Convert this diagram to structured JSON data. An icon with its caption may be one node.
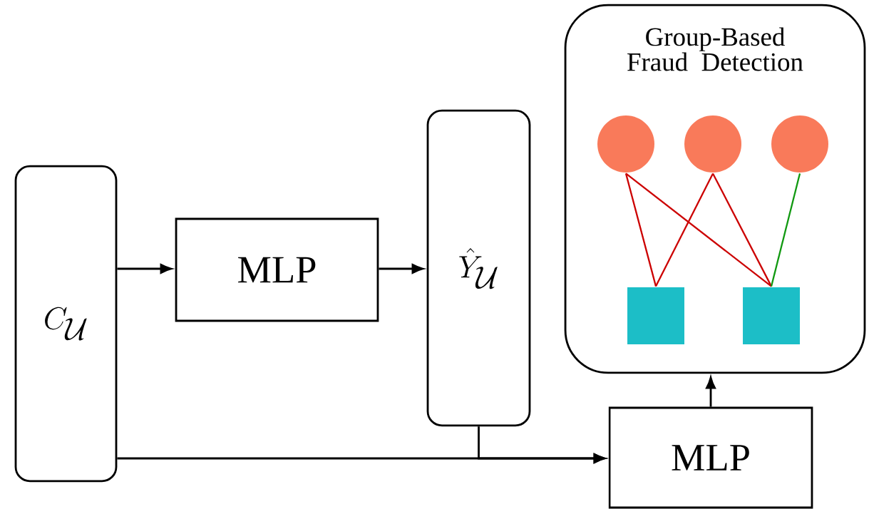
{
  "diagram": {
    "nodes": [
      {
        "text": [
          "C_{\\mathcal{U}}"
        ]
      },
      {
        "text": [
          "MLP"
        ]
      },
      {
        "text": [
          "\\hat{Y}_{\\mathcal{U}}"
        ]
      },
      {
        "text": [
          "Group-Based Fraud Detection"
        ]
      },
      {
        "text": [],
        "shape": "circle",
        "in": 3
      },
      {
        "text": [],
        "shape": "circle",
        "in": 3
      },
      {
        "text": [],
        "shape": "circle",
        "in": 3
      },
      {
        "text": [],
        "shape": "box",
        "in": 3
      },
      {
        "text": [],
        "shape": "box",
        "in": 3
      },
      {
        "text": [
          "MLP"
        ]
      }
    ],
    "edges": [
      {
        "from": 0,
        "to": 1,
        "arrow": "to"
      },
      {
        "from": 1,
        "to": 2,
        "arrow": "to"
      },
      {
        "from": 0,
        "to": 9,
        "arrow": "to"
      },
      {
        "from": 2,
        "to": 9,
        "arrow": "to"
      },
      {
        "from": 9,
        "to": 3,
        "arrow": "to"
      },
      {
        "from": 4,
        "to": 7,
        "arrow": "none",
        "color": "#cc0000"
      },
      {
        "from": 4,
        "to": 8,
        "arrow": "none",
        "color": "#cc0000"
      },
      {
        "from": 5,
        "to": 7,
        "arrow": "none",
        "color": "#cc0000"
      },
      {
        "from": 5,
        "to": 8,
        "arrow": "none",
        "color": "#cc0000"
      },
      {
        "from": 6,
        "to": 8,
        "arrow": "none",
        "color": "#119911"
      }
    ]
  }
}
